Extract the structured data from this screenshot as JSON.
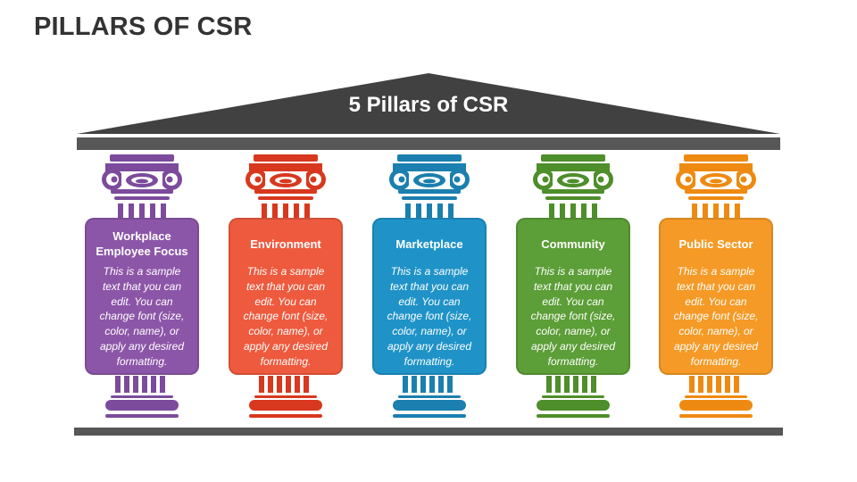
{
  "title": "PILLARS OF CSR",
  "roof_label": "5 Pillars of CSR",
  "colors": {
    "roof": "#414141",
    "beam": "#575757",
    "floor": "#575757"
  },
  "pillars": [
    {
      "heading": "Workplace Employee Focus",
      "body": "This is a sample text that you can edit. You can change font (size, color, name), or apply any desired formatting.",
      "color": "#7C4B9C",
      "card_color": "#8C56A8"
    },
    {
      "heading": "Environment",
      "body": "This is a sample text that you can edit. You can change font (size, color, name), or apply any desired formatting.",
      "color": "#D8381E",
      "card_color": "#EE5A3E"
    },
    {
      "heading": "Marketplace",
      "body": "This is a sample text that you can edit. You can change font (size, color, name), or apply any desired formatting.",
      "color": "#1B7FAF",
      "card_color": "#1F93C8"
    },
    {
      "heading": "Community",
      "body": "This is a sample text that you can edit. You can change font (size, color, name), or apply any desired formatting.",
      "color": "#4E8E2B",
      "card_color": "#5C9E37"
    },
    {
      "heading": "Public Sector",
      "body": "This is a sample text that you can edit. You can change font (size, color, name), or apply any desired formatting.",
      "color": "#EE8A12",
      "card_color": "#F59A26"
    }
  ]
}
